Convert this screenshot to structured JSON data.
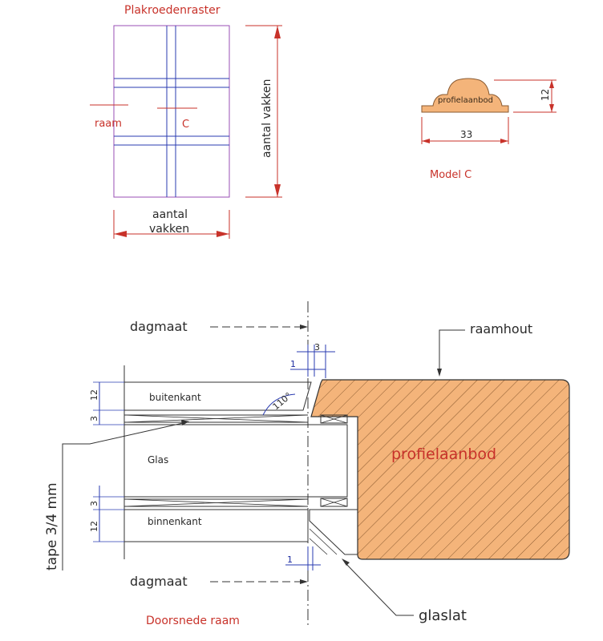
{
  "colors": {
    "red_text": "#c8322a",
    "purple_line": "#9a4fb4",
    "blue_line": "#2a3bb0",
    "wood_fill": "#f4b47a",
    "hatch": "#8a5a30"
  },
  "grid_view": {
    "title": "Plakroedenraster",
    "raam_label": "raam",
    "c_label": "C",
    "vertical_dim": "aantal vakken",
    "horizontal_dim_line1": "aantal",
    "horizontal_dim_line2": "vakken"
  },
  "profile_view": {
    "profile_label": "profielaanbod",
    "height_dim": "12",
    "width_dim": "33",
    "model_label": "Model C"
  },
  "section_view": {
    "dagmaat_top": "dagmaat",
    "dagmaat_bottom": "dagmaat",
    "raamhout": "raamhout",
    "profielaanbod": "profielaanbod",
    "buitenkant": "buitenkant",
    "glas": "Glas",
    "binnenkant": "binnenkant",
    "tape": "tape 3/4 mm",
    "angle": "110°",
    "dim_12_top": "12",
    "dim_3_top": "3",
    "dim_3_bottom": "3",
    "dim_12_bottom": "12",
    "dim_1_top": "1",
    "dim_3_offset": "3",
    "dim_1_bottom": "1",
    "glaslat": "glaslat",
    "caption": "Doorsnede raam"
  }
}
